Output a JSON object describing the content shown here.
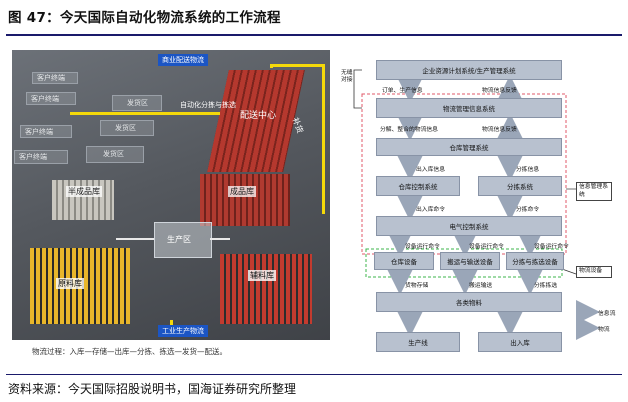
{
  "title": "图 47：今天国际自动化物流系统的工作流程",
  "source": "资料来源：今天国际招股说明书，国海证券研究所整理",
  "left_diagram": {
    "zones": {
      "top_tag": "商业配送物流",
      "dock_labels": [
        "客户终端",
        "客户终端",
        "客户终端",
        "客户终端"
      ],
      "ship_areas": [
        "发货区",
        "发货区",
        "发货区"
      ],
      "sorting_lane": "自动化分拣与拣选",
      "distribution_center": "配送中心",
      "replenish": "补货",
      "semi_finished": "半成品库",
      "finished": "成品库",
      "production": "生产区",
      "raw_material": "原料库",
      "auxiliary": "辅料库",
      "bottom_tag": "工业生产物流"
    },
    "caption": "物流过程：入库—存储—出库—分拣、拣选—发货—配送。"
  },
  "right_diagram": {
    "nodes": {
      "erp": "企业资源计划系统/生产管理系统",
      "lms": "物流管理信息系统",
      "wms": "仓库管理系统",
      "wcs": "仓库控制系统",
      "sort_sys": "分拣系统",
      "ecs": "电气控制系统",
      "storage_eq": "仓库设备",
      "transport_eq": "搬运与输送设备",
      "sort_eq": "分拣与拣选设备",
      "materials": "各类物料",
      "production_line": "生产线",
      "outbound": "出入库"
    },
    "annotations": {
      "seamless_left": "无缝对接",
      "order_info": "订单、生产信息",
      "logistics_feedback": "物流信息反馈",
      "split_integrate": "分解、整合的物流信息",
      "logistics_feedback2": "物流信息反馈",
      "inout_info": "出入库信息",
      "sort_info": "分拣信息",
      "inout_cmd": "出入库命令",
      "sort_cmd": "分拣命令",
      "eq_cmd1": "设备运行命令",
      "eq_cmd2": "设备运行命令",
      "eq_cmd3": "设备运行命令",
      "goods_storage": "货物存储",
      "transport": "搬运输送",
      "sorting": "分拣拣选",
      "info_mgmt_system": "信息管理系统",
      "logistics_equipment": "物流设备",
      "legend_info_flow": "信息流",
      "legend_logistics": "物流"
    }
  }
}
